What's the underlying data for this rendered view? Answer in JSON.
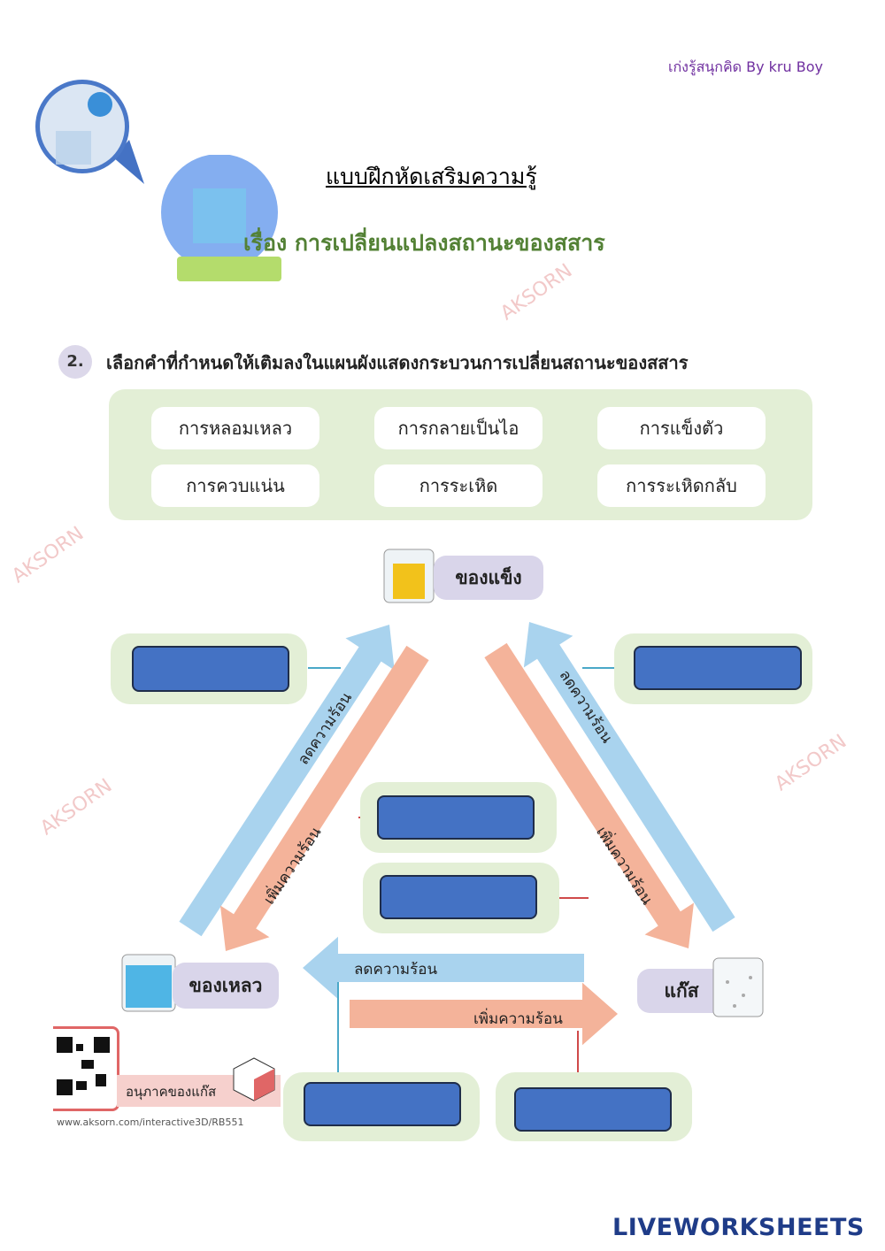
{
  "header": {
    "credit": "เก่งรู้สนุกคิด By kru Boy",
    "title": "แบบฝึกหัดเสริมความรู้",
    "subtitle": "เรื่อง การเปลี่ยนแปลงสถานะของสสาร"
  },
  "question": {
    "number": "2.",
    "text": "เลือกคำที่กำหนดให้เติมลงในแผนผังแสดงกระบวนการเปลี่ยนสถานะของสสาร"
  },
  "word_bank": [
    "การหลอมเหลว",
    "การกลายเป็นไอ",
    "การแข็งตัว",
    "การควบแน่น",
    "การระเหิด",
    "การระเหิดกลับ"
  ],
  "states": {
    "solid": "ของแข็ง",
    "liquid": "ของเหลว",
    "gas": "แก๊ส"
  },
  "arrows": {
    "cool": "ลดความร้อน",
    "heat": "เพิ่มความร้อน"
  },
  "qr": {
    "label": "อนุภาคของแก๊ส",
    "url": "www.aksorn.com/interactive3D/RB551"
  },
  "watermark": "AKSORN",
  "footer": {
    "brand": "LIVEWORKSHEETS"
  },
  "colors": {
    "answer_box": "#4472c4",
    "cool_arrow": "#a9d3ee",
    "heat_arrow": "#f4b39a",
    "slot": "#e3efd6"
  }
}
